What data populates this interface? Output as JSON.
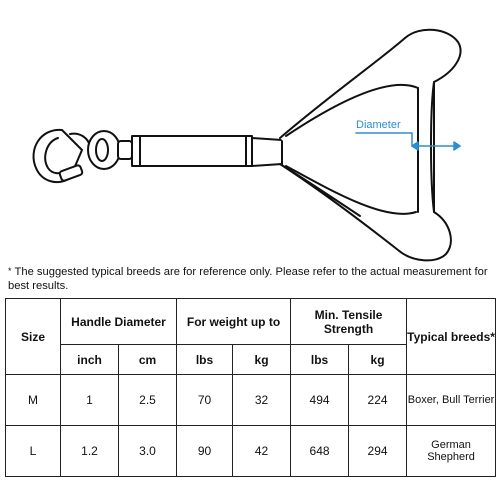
{
  "illustration": {
    "diameter_label": "Diameter",
    "accent_color": "#2b8fd0",
    "icons": [
      "carabiner-clip-icon",
      "swivel-icon",
      "leash-handle-icon",
      "diameter-arrow-icon"
    ]
  },
  "note": {
    "star": "*",
    "text": "The suggested typical breeds are for reference only. Please refer to the actual measurement for best results."
  },
  "table": {
    "headers": {
      "size": "Size",
      "handle_diameter": "Handle Diameter",
      "weight": "For weight up to",
      "tensile": "Min. Tensile Strength",
      "breeds": "Typical breeds*"
    },
    "subheaders": [
      "inch",
      "cm",
      "lbs",
      "kg",
      "lbs",
      "kg"
    ],
    "rows": [
      {
        "size": "M",
        "inch": "1",
        "cm": "2.5",
        "weight_lbs": "70",
        "weight_kg": "32",
        "tensile_lbs": "494",
        "tensile_kg": "224",
        "breeds": "Boxer,  Bull Terrier"
      },
      {
        "size": "L",
        "inch": "1.2",
        "cm": "3.0",
        "weight_lbs": "90",
        "weight_kg": "42",
        "tensile_lbs": "648",
        "tensile_kg": "294",
        "breeds": "German Shepherd"
      }
    ]
  }
}
